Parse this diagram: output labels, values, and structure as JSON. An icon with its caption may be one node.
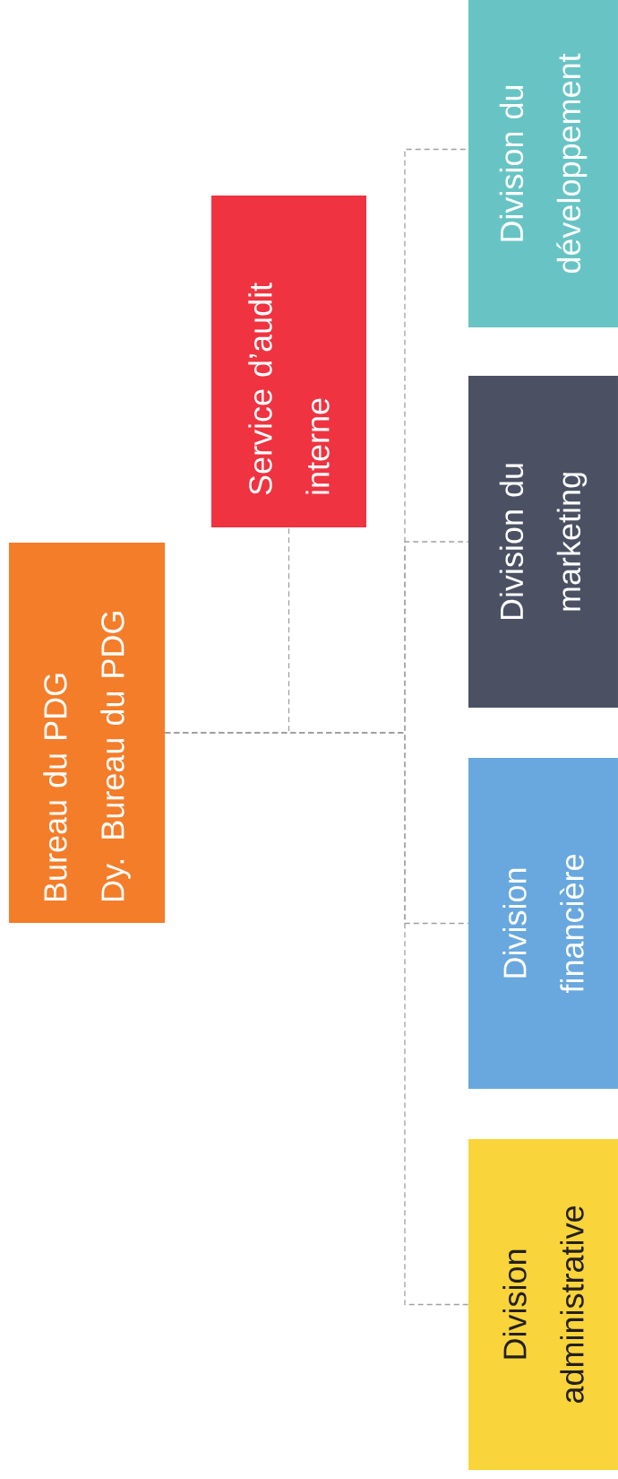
{
  "diagram": {
    "nodes": [
      {
        "text": [
          "Bureau du PDG",
          "Dy. Bureau du PDG"
        ]
      },
      {
        "text": [
          "Service d’audit interne"
        ]
      },
      {
        "text": [
          "Division du développement"
        ]
      },
      {
        "text": [
          "Division du marketing"
        ]
      },
      {
        "text": [
          "Division financière"
        ]
      },
      {
        "text": [
          "Division administrative"
        ]
      }
    ],
    "edges": [
      {
        "from": 0,
        "to": 1,
        "arrow": "none",
        "style": "dashed"
      },
      {
        "from": 0,
        "to": 2,
        "arrow": "none",
        "style": "dashed"
      },
      {
        "from": 0,
        "to": 3,
        "arrow": "none",
        "style": "dashed"
      },
      {
        "from": 0,
        "to": 4,
        "arrow": "none",
        "style": "dashed"
      },
      {
        "from": 0,
        "to": 5,
        "arrow": "none",
        "style": "dashed"
      }
    ]
  }
}
